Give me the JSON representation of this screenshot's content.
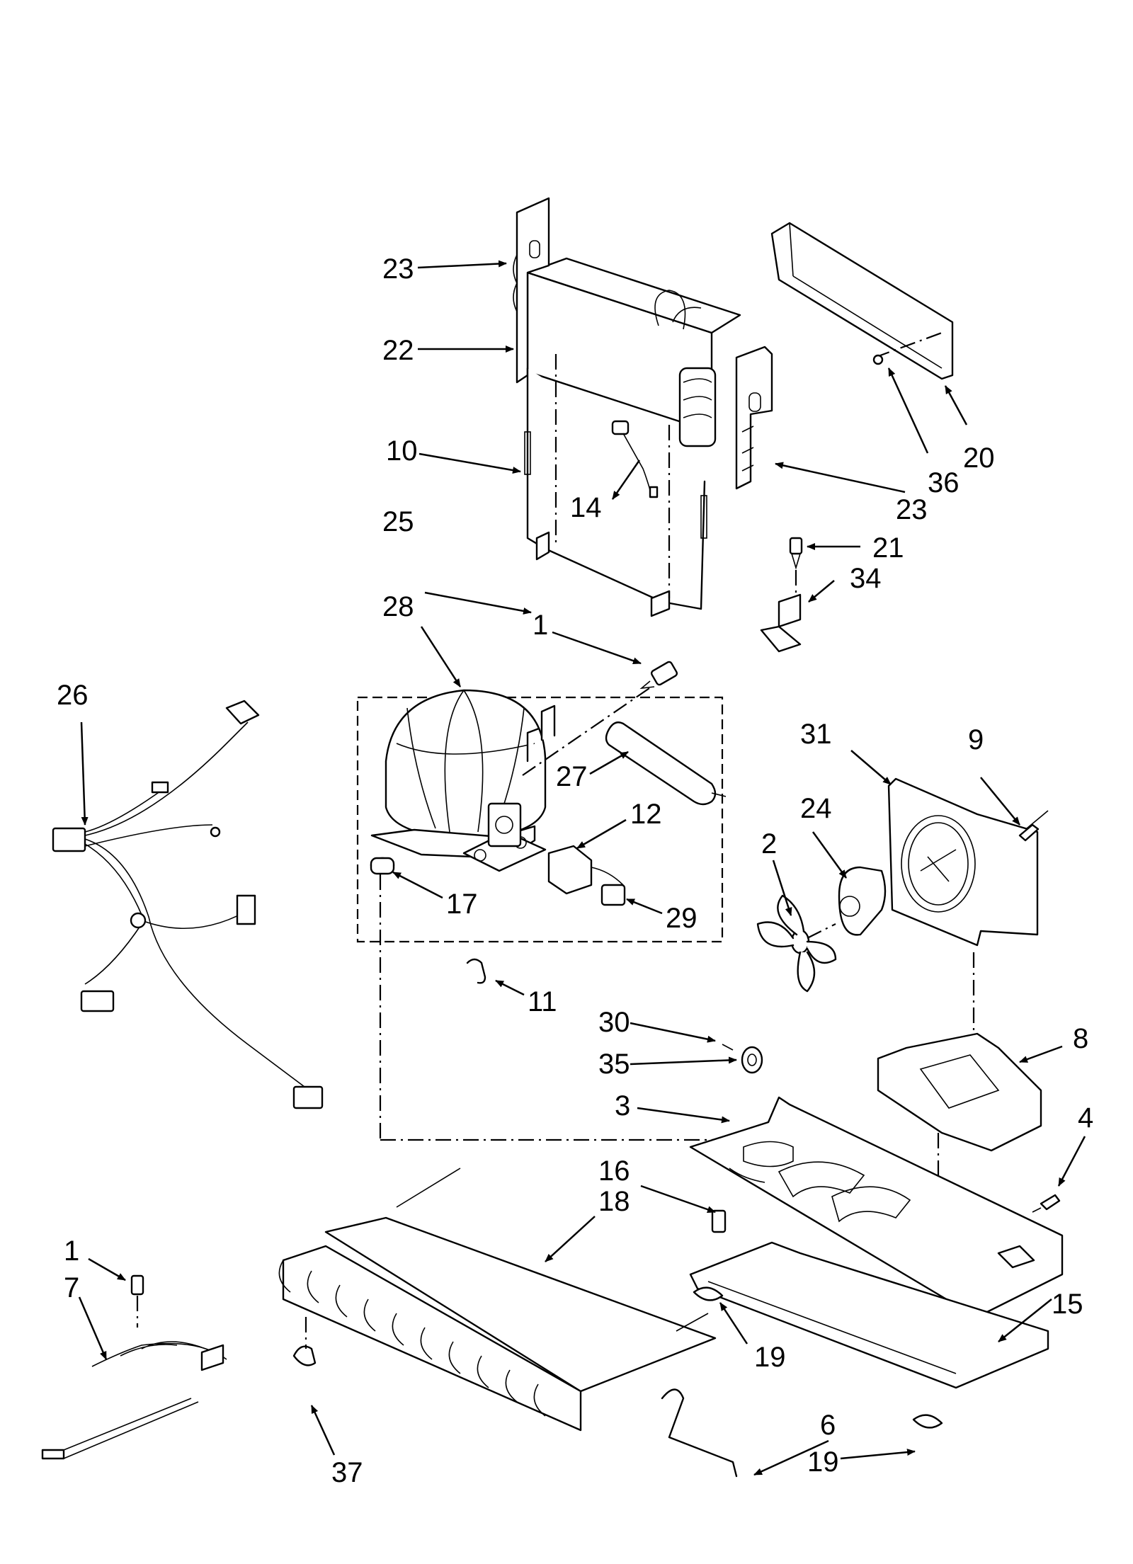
{
  "callouts": {
    "c1_top": "1",
    "c1_bottom": "1",
    "c2": "2",
    "c3": "3",
    "c4": "4",
    "c6": "6",
    "c7": "7",
    "c8": "8",
    "c9": "9",
    "c10": "10",
    "c11": "11",
    "c12": "12",
    "c14": "14",
    "c15": "15",
    "c16": "16",
    "c17": "17",
    "c18": "18",
    "c19_left": "19",
    "c19_right": "19",
    "c20": "20",
    "c21": "21",
    "c22": "22",
    "c23_left": "23",
    "c23_right": "23",
    "c24": "24",
    "c25": "25",
    "c26": "26",
    "c27": "27",
    "c28": "28",
    "c29": "29",
    "c30": "30",
    "c31": "31",
    "c34": "34",
    "c35": "35",
    "c36": "36",
    "c37": "37"
  },
  "colors": {
    "line": "#000000",
    "background": "#ffffff"
  }
}
